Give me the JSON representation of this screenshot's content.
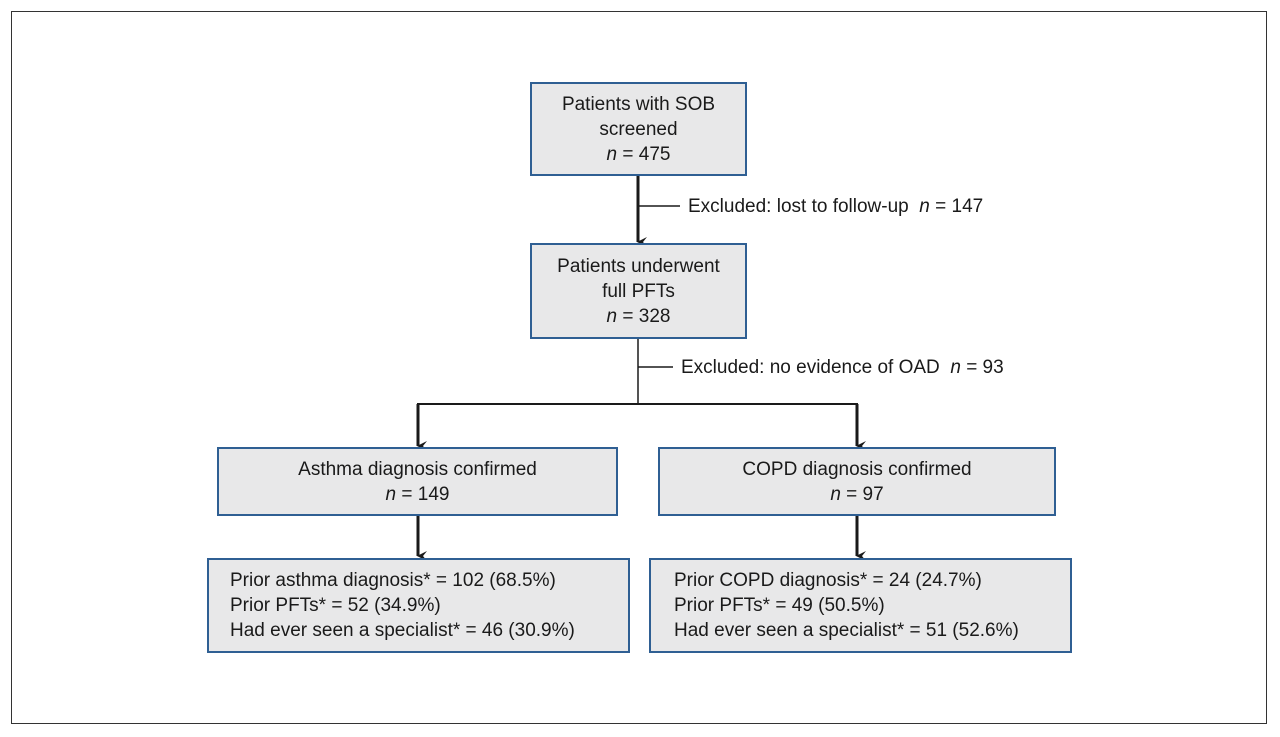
{
  "colors": {
    "box_border": "#2f5f93",
    "box_fill": "#e8e8e9",
    "line": "#1a1a1a"
  },
  "nodes": {
    "screened": {
      "line1": "Patients with SOB",
      "line2": "screened",
      "n_label": "n",
      "n_value": "= 475"
    },
    "pfts": {
      "line1": "Patients underwent",
      "line2": "full PFTs",
      "n_label": "n",
      "n_value": "= 328"
    },
    "asthma": {
      "line1": "Asthma diagnosis confirmed",
      "n_label": "n",
      "n_value": "= 149"
    },
    "copd": {
      "line1": "COPD diagnosis confirmed",
      "n_label": "n",
      "n_value": "= 97"
    },
    "asthma_details": {
      "items": [
        "Prior asthma diagnosis* = 102 (68.5%)",
        "Prior PFTs* = 52 (34.9%)",
        "Had ever seen a specialist* = 46 (30.9%)"
      ]
    },
    "copd_details": {
      "items": [
        "Prior COPD diagnosis* = 24 (24.7%)",
        "Prior PFTs* = 49 (50.5%)",
        "Had ever seen a specialist* = 51 (52.6%)"
      ]
    }
  },
  "exclusions": {
    "lost": {
      "text": "Excluded: lost to follow-up",
      "n_label": "n",
      "n_value": "= 147"
    },
    "no_oad": {
      "text": "Excluded: no evidence of OAD",
      "n_label": "n",
      "n_value": "= 93"
    }
  }
}
